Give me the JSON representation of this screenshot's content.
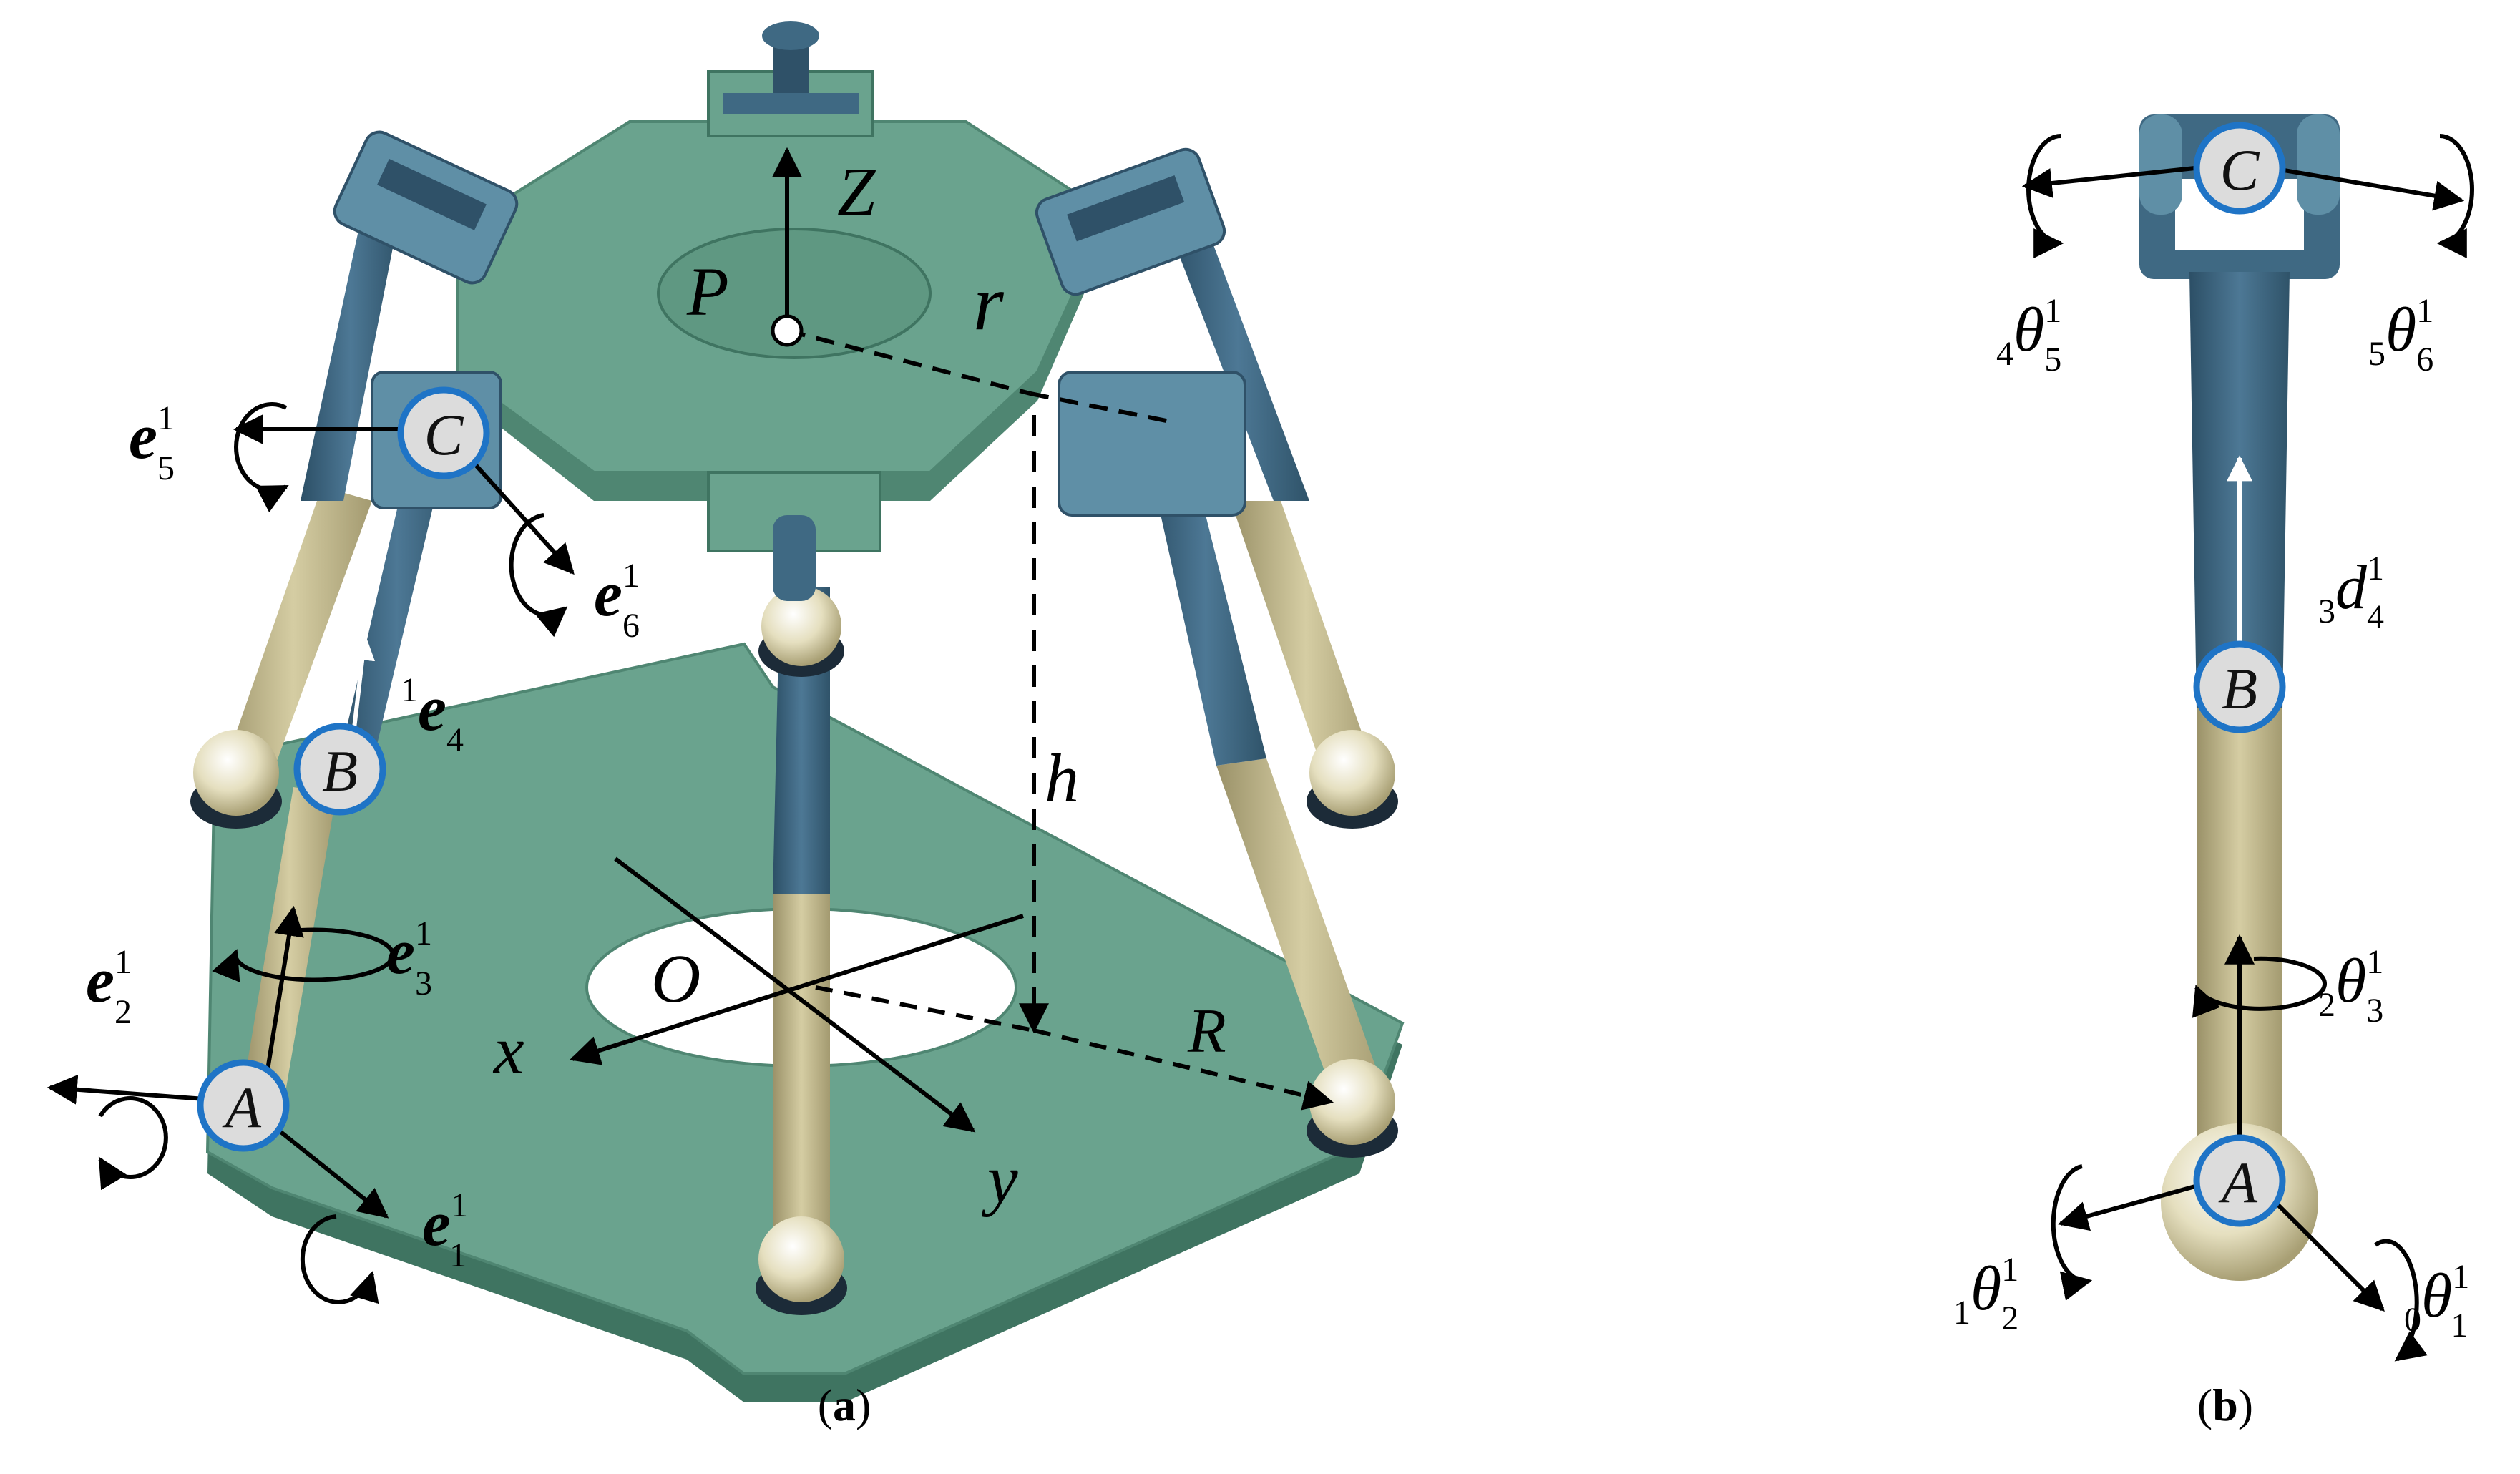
{
  "panels": {
    "a": {
      "caption_open": "(",
      "caption_letter": "a",
      "caption_close": ")",
      "points": {
        "A": "A",
        "B": "B",
        "C": "C"
      },
      "frames": {
        "Z": "Z",
        "P": "P",
        "r": "r",
        "h": "h",
        "O": "O",
        "x": "x",
        "y": "y",
        "R": "R"
      },
      "axes": [
        {
          "base": "e",
          "sup": "1",
          "sub": "1"
        },
        {
          "base": "e",
          "sup": "1",
          "sub": "2"
        },
        {
          "base": "e",
          "sup": "1",
          "sub": "3"
        },
        {
          "base": "e",
          "sup": "1",
          "sub": "4"
        },
        {
          "base": "e",
          "sup": "1",
          "sub": "5"
        },
        {
          "base": "e",
          "sup": "1",
          "sub": "6"
        }
      ]
    },
    "b": {
      "caption_open": "(",
      "caption_letter": "b",
      "caption_close": ")",
      "points": {
        "A": "A",
        "B": "B",
        "C": "C"
      },
      "joints": [
        {
          "pre": "0",
          "base": "θ",
          "sup": "1",
          "sub": "1"
        },
        {
          "pre": "1",
          "base": "θ",
          "sup": "1",
          "sub": "2"
        },
        {
          "pre": "2",
          "base": "θ",
          "sup": "1",
          "sub": "3"
        },
        {
          "pre": "3",
          "base": "d",
          "sup": "1",
          "sub": "4"
        },
        {
          "pre": "4",
          "base": "θ",
          "sup": "1",
          "sub": "5"
        },
        {
          "pre": "5",
          "base": "θ",
          "sup": "1",
          "sub": "6"
        }
      ]
    }
  },
  "colors": {
    "plate": "#6aa38e",
    "plate_edge": "#4f8672",
    "plate_dark": "#3f7461",
    "link_dark": "#3f6983",
    "link_dark_shade": "#2f5168",
    "link_light": "#bdb487",
    "link_light_hi": "#d8d1a6",
    "ball": "#e8e3c4",
    "point_fill": "#dcdcdc",
    "point_ring": "#1f74c6",
    "arrow": "#000000"
  }
}
